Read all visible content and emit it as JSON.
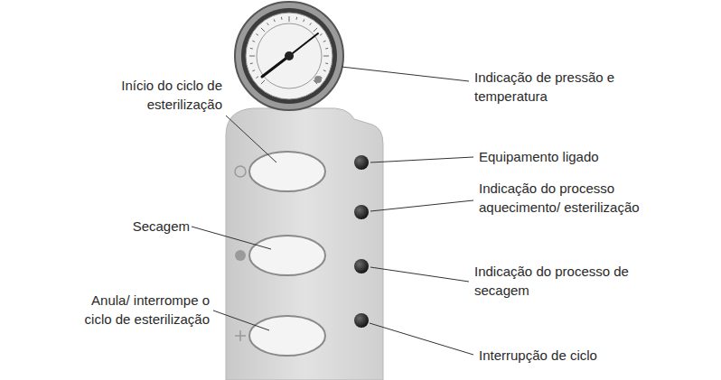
{
  "diagram": {
    "labels": [
      "Início do ciclo de esterilização",
      "Secagem",
      "Anula/ interrompe o ciclo de esterilização",
      "Indicação de pressão e temperatura",
      "Equipamento ligado",
      "Indicação do processo aquecimento/ esterilização",
      "Indicação do processo de secagem",
      "Interrupção de ciclo"
    ]
  }
}
